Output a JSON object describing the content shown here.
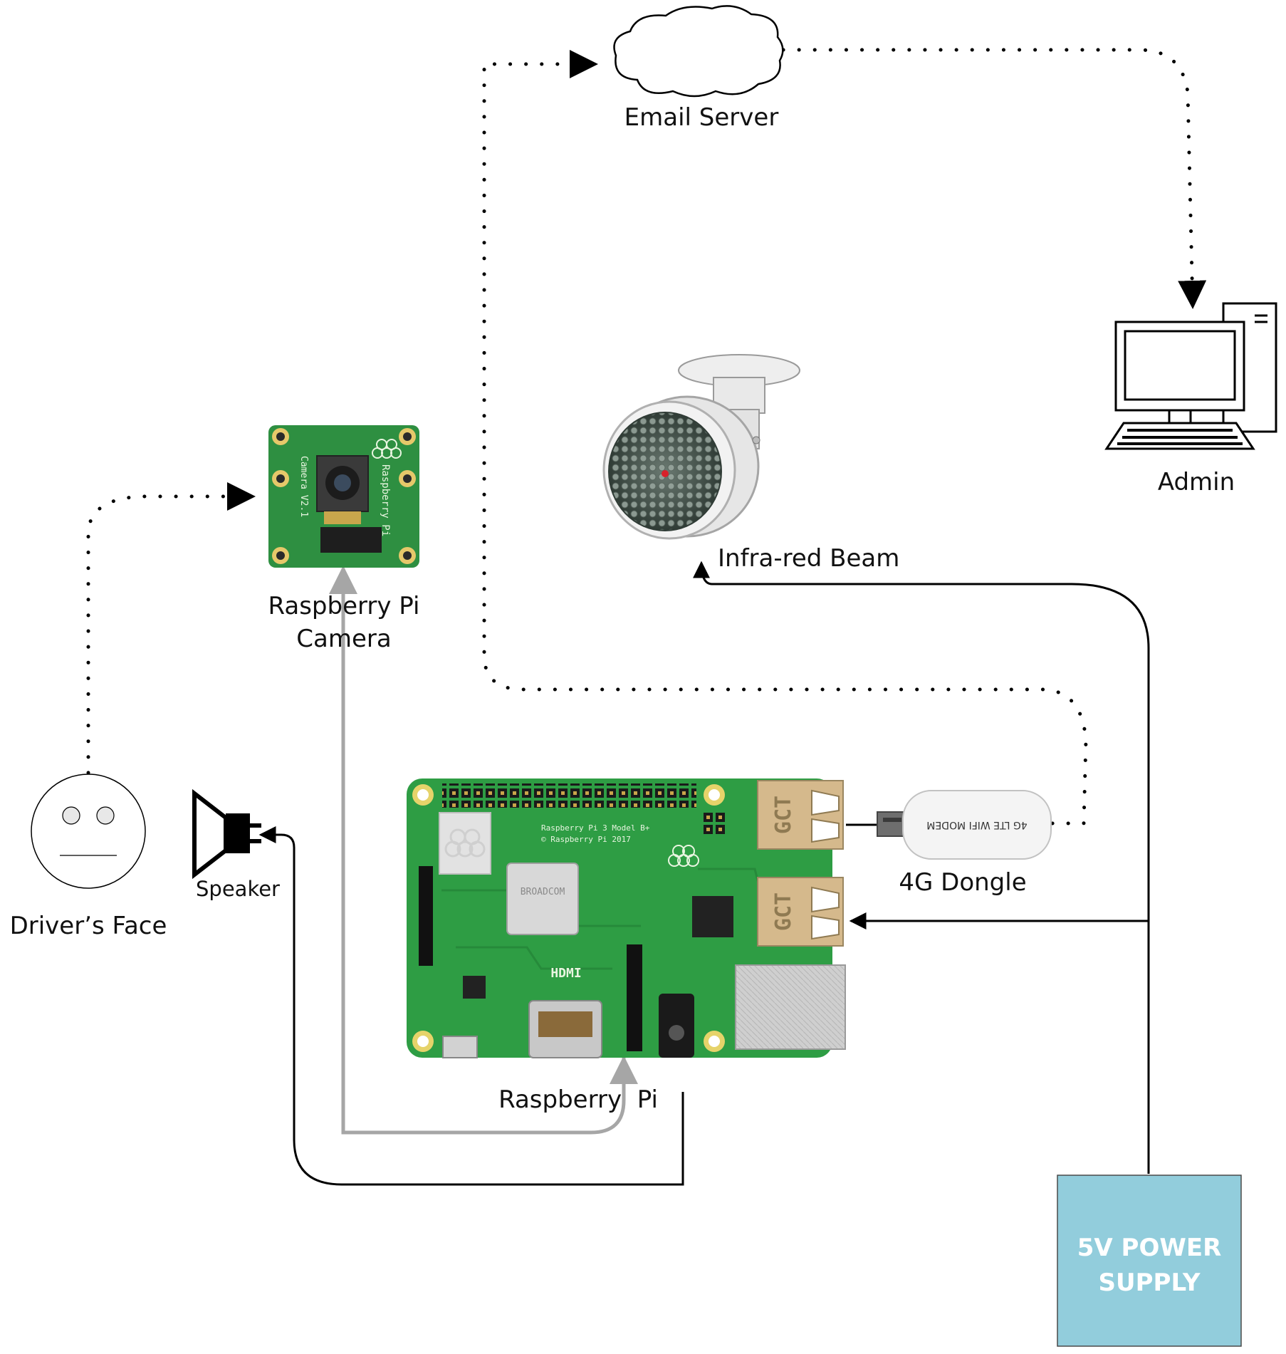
{
  "nodes": {
    "email_server": {
      "label": "Email Server"
    },
    "admin": {
      "label": "Admin"
    },
    "ir_beam": {
      "label": "Infra-red Beam"
    },
    "pi_camera": {
      "label_line1": "Raspberry Pi",
      "label_line2": "Camera"
    },
    "drivers_face": {
      "label": "Driver’s Face"
    },
    "speaker": {
      "label": "Speaker"
    },
    "raspberry_pi": {
      "label": "Raspberry  Pi"
    },
    "dongle": {
      "label": "4G Dongle"
    },
    "power_supply": {
      "label_line1": "5V POWER",
      "label_line2": "SUPPLY"
    }
  },
  "board_text": {
    "model": "Raspberry Pi 3 Model B+",
    "copyright": "© Raspberry Pi 2017",
    "soc": "BROADCOM",
    "hdmi": "HDMI",
    "usb_brand": "GCT",
    "camera_model": "Camera V2.1",
    "camera_brand": "Raspberry Pi",
    "modem_text": "4G LTE WIFI MODEM"
  },
  "colors": {
    "power_supply_fill": "#92cddc",
    "pcb_green": "#2e9d44",
    "wire_black": "#000000",
    "wire_gray": "#a6a6a6"
  }
}
